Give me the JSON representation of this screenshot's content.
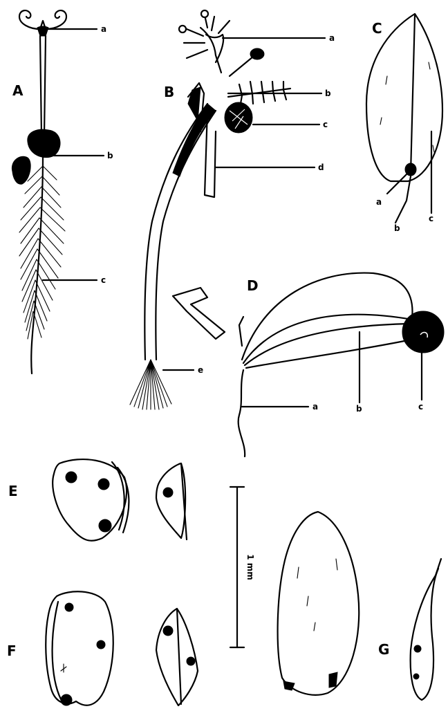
{
  "panels": {
    "A": {
      "label": "A",
      "parts": [
        "a",
        "b",
        "c"
      ]
    },
    "B": {
      "label": "B",
      "parts": [
        "a",
        "b",
        "c",
        "d",
        "e"
      ]
    },
    "C": {
      "label": "C",
      "parts": [
        "a",
        "b",
        "c"
      ]
    },
    "D": {
      "label": "D",
      "parts": [
        "a",
        "b",
        "c"
      ]
    },
    "E": {
      "label": "E"
    },
    "F": {
      "label": "F"
    },
    "G": {
      "label": "G"
    }
  },
  "scale_bar": {
    "label": "1 mm"
  }
}
